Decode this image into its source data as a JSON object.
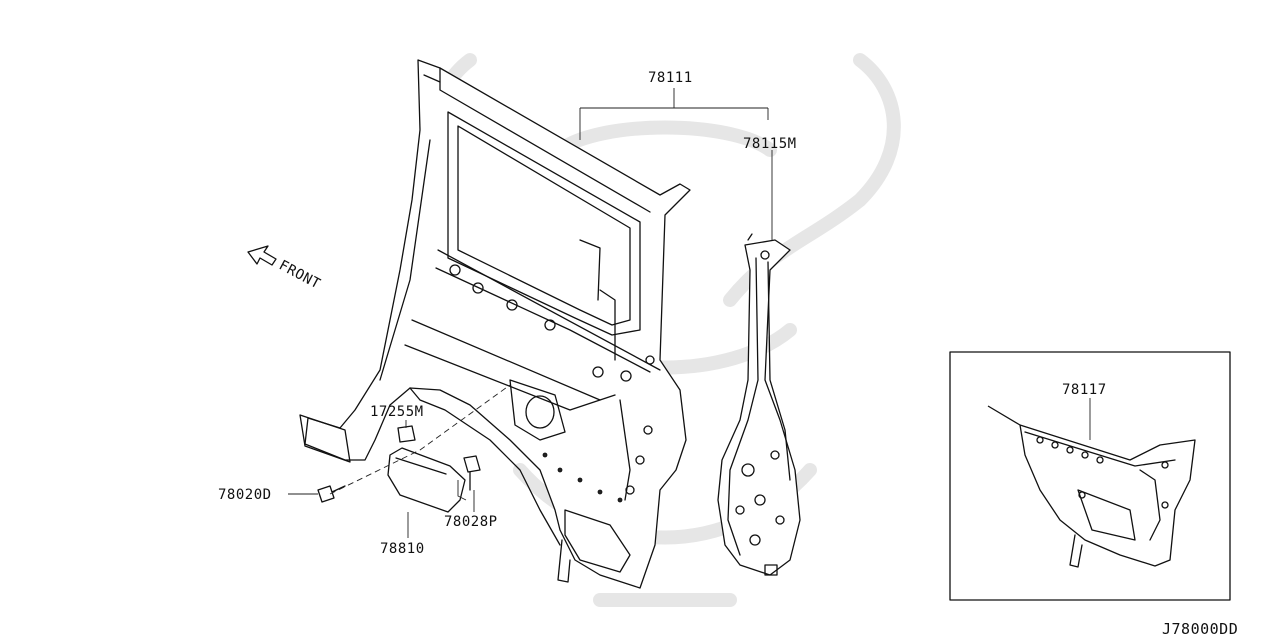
{
  "diagram": {
    "labels": {
      "p78111": "78111",
      "p78115m": "78115M",
      "p78117": "78117",
      "p17255m": "17255M",
      "p78020d": "78020D",
      "p78810": "78810",
      "p78028p": "78028P"
    },
    "front_label": "FRONT",
    "diagram_code": "J78000DD",
    "colors": {
      "line": "#111111",
      "background": "#ffffff",
      "watermark": "#e6e6e6"
    }
  }
}
